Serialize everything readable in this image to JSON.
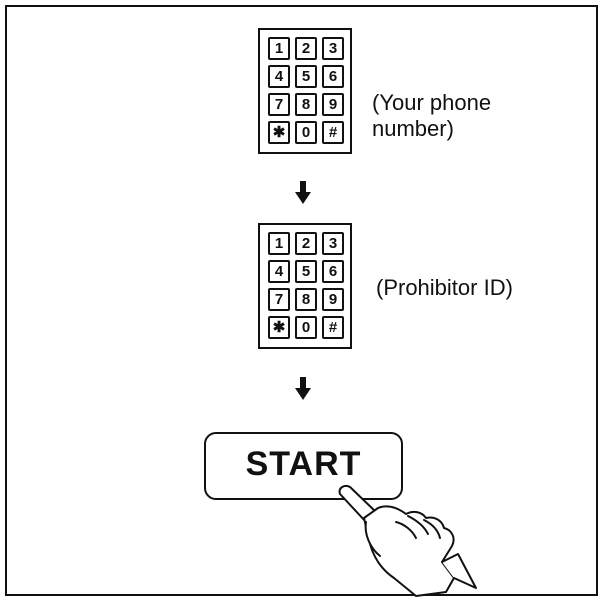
{
  "keypad": {
    "keys": [
      "1",
      "2",
      "3",
      "4",
      "5",
      "6",
      "7",
      "8",
      "9",
      "✱",
      "0",
      "#"
    ]
  },
  "steps": [
    {
      "caption": "(Your phone\nnumber)"
    },
    {
      "caption": "(Prohibitor ID)"
    }
  ],
  "start_button": {
    "label": "START"
  },
  "icons": {
    "arrow": "down-arrow-icon",
    "hand": "pressing-hand-icon"
  }
}
